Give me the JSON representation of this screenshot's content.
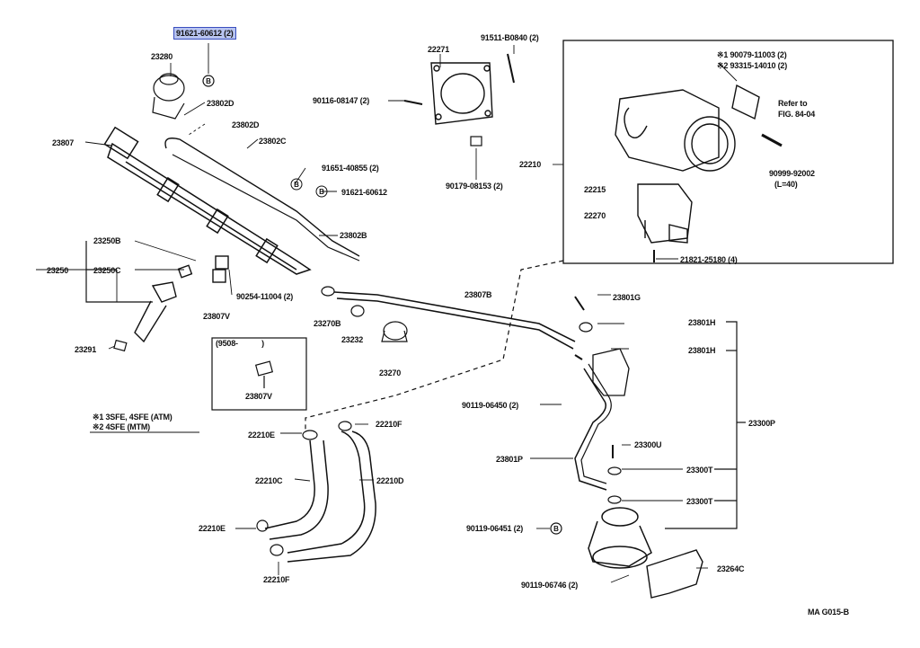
{
  "highlight_part": "91621-60612",
  "highlight_qty": "(2)",
  "labels": {
    "p23280": "23280",
    "p23802D_a": "23802D",
    "p23802D_b": "23802D",
    "p23802C": "23802C",
    "p23807": "23807",
    "p91651": "91651-40855 (2)",
    "p91621": "91621-60612",
    "p23802B": "23802B",
    "p23250B": "23250B",
    "p23250": "23250",
    "p23250C": "23250C",
    "p90254": "90254-11004 (2)",
    "p23807V": "23807V",
    "p23291": "23291",
    "p9508": "(9508-",
    "p9508b": ")",
    "p23807V_box": "23807V",
    "note1": "3SFE, 4SFE (ATM)",
    "note2": "4SFE (MTM)",
    "p22271": "22271",
    "p91511": "91511-B0840 (2)",
    "p90116": "90116-08147 (2)",
    "p90179": "90179-08153 (2)",
    "p23270B": "23270B",
    "p23232": "23232",
    "p23270": "23270",
    "p23807B": "23807B",
    "p90079": "90079-11003 (2)",
    "p93315": "93315-14010 (2)",
    "refer": "Refer to",
    "fig": "FIG. 84-04",
    "p22210": "22210",
    "p90999": "90999-92002",
    "p90999b": "(L=40)",
    "p22215": "22215",
    "p22270": "22270",
    "p21821": "21821-25180 (4)",
    "p23801G": "23801G",
    "p23801H_a": "23801H",
    "p23801H_b": "23801H",
    "p90119_06450": "90119-06450 (2)",
    "p23300P": "23300P",
    "p22210E_a": "22210E",
    "p22210F_a": "22210F",
    "p22210C": "22210C",
    "p22210D": "22210D",
    "p22210E_b": "22210E",
    "p22210F_b": "22210F",
    "p23801P": "23801P",
    "p23300U": "23300U",
    "p23300T_a": "23300T",
    "p23300T_b": "23300T",
    "p90119_06451": "90119-06451 (2)",
    "p23264C": "23264C",
    "p90119_06746": "90119-06746 (2)",
    "code": "MA G015-B",
    "mark1": "※1",
    "mark2": "※2",
    "bolt_b": "B"
  }
}
